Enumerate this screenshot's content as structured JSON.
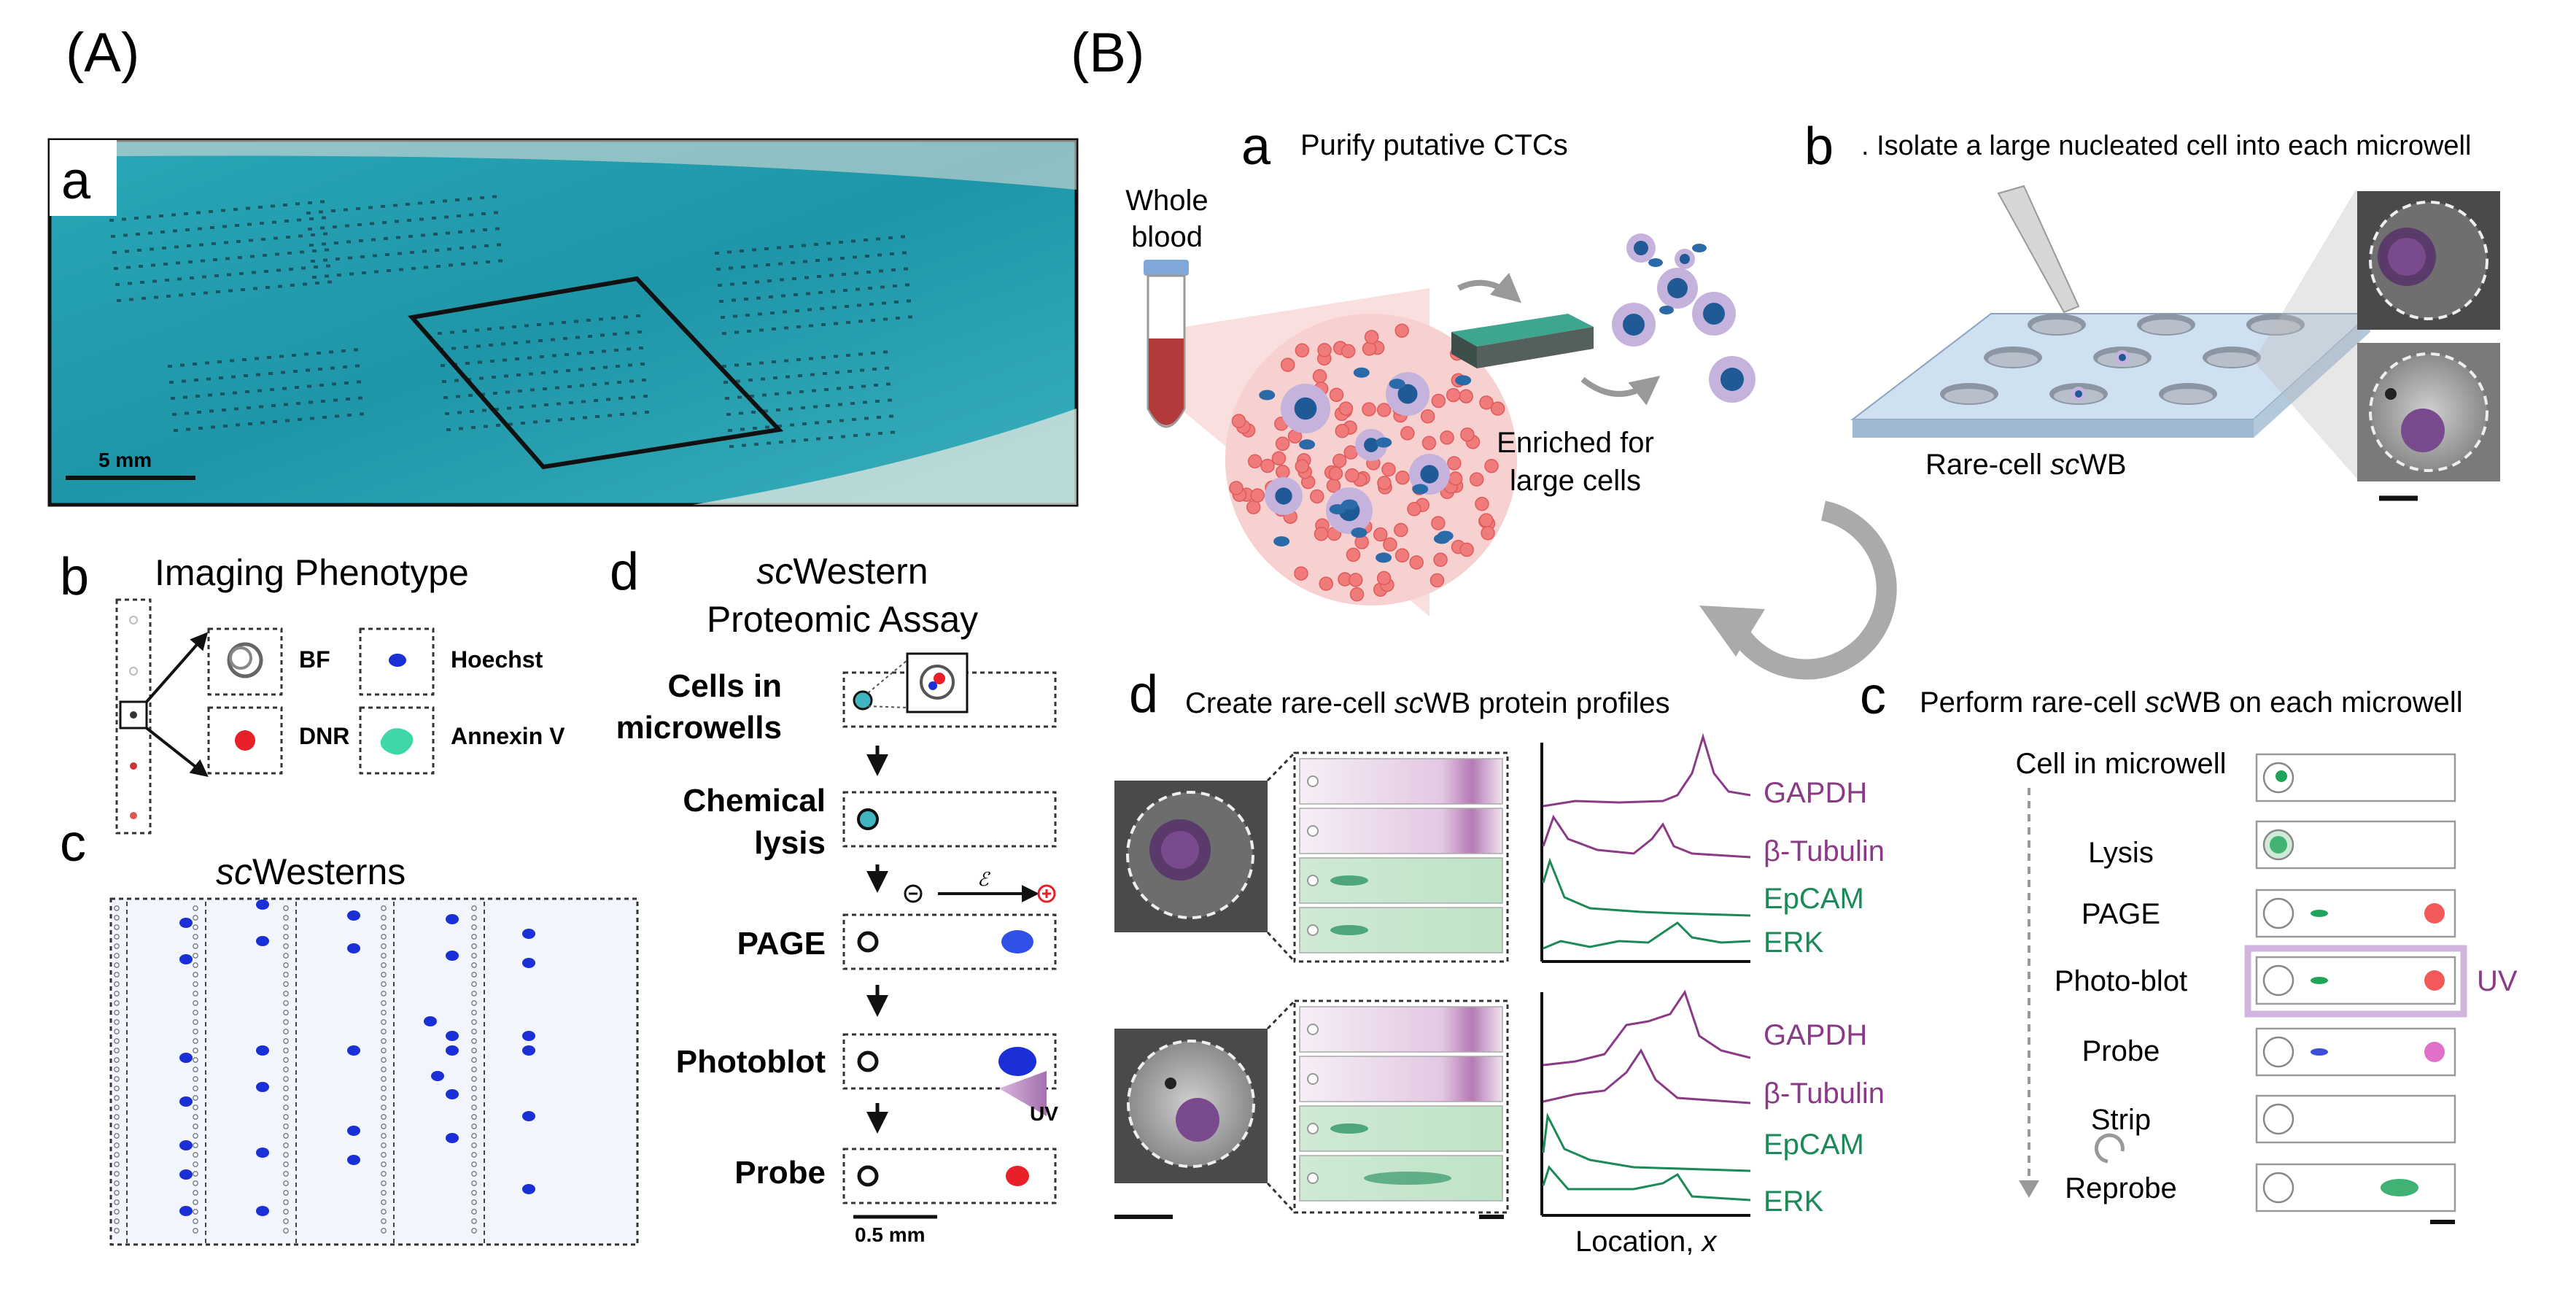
{
  "panelA": {
    "label": "(A)",
    "a": {
      "letter": "a",
      "scale": "5 mm"
    },
    "b": {
      "letter": "b",
      "title": "Imaging Phenotype",
      "channels": [
        "BF",
        "Hoechst",
        "DNR",
        "Annexin V"
      ]
    },
    "c": {
      "letter": "c",
      "title_italic": "sc",
      "title_rest": "Westerns"
    },
    "d": {
      "letter": "d",
      "title_italic": "sc",
      "title_rest": "Western",
      "subtitle": "Proteomic Assay",
      "steps": [
        {
          "line1": "Cells in",
          "line2": "microwells"
        },
        {
          "line1": "Chemical",
          "line2": "lysis"
        },
        {
          "line1": "PAGE",
          "line2": ""
        },
        {
          "line1": "Photoblot",
          "line2": ""
        },
        {
          "line1": "Probe",
          "line2": ""
        }
      ],
      "field_symbol": "ℰ",
      "uv": "UV",
      "scale": "0.5 mm"
    }
  },
  "panelB": {
    "label": "(B)",
    "a": {
      "letter": "a",
      "title": "Purify putative CTCs",
      "blood_line1": "Whole",
      "blood_line2": "blood",
      "enriched_line1": "Enriched for",
      "enriched_line2": "large cells"
    },
    "b": {
      "letter": "b",
      "title": ". Isolate a large nucleated cell into each microwell",
      "device_pre": "Rare-cell ",
      "device_it": "sc",
      "device_post": "WB"
    },
    "c": {
      "letter": "c",
      "title_pre": "Perform rare-cell ",
      "title_it": "sc",
      "title_post": "WB on each microwell",
      "steps": [
        "Cell in microwell",
        "Lysis",
        "PAGE",
        "Photo-blot",
        "Probe",
        "Strip",
        "Reprobe"
      ],
      "uv": "UV"
    },
    "d": {
      "letter": "d",
      "title_pre": "Create rare-cell ",
      "title_it": "sc",
      "title_post": "WB protein profiles",
      "proteins": [
        "GAPDH",
        "β-Tubulin",
        "EpCAM",
        "ERK"
      ],
      "xlabel_pre": "Location, ",
      "xlabel_it": "x"
    }
  },
  "colors": {
    "purple": "#8a3a86",
    "green": "#1b8a57",
    "blue": "#1a2fd6",
    "red": "#e8202a",
    "cyan": "#3fb6c2"
  }
}
